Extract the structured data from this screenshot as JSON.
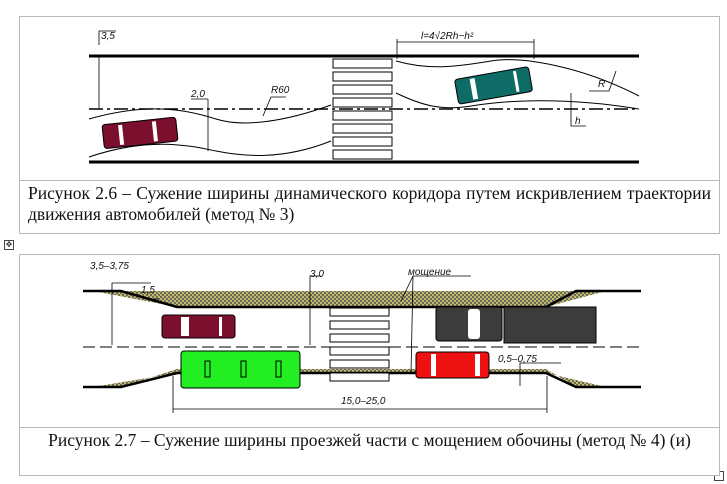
{
  "figure1": {
    "labels": {
      "width_lane": "3,5",
      "offset": "2,0",
      "radius": "R60",
      "formula": "l=4√2Rh−h²",
      "R": "R",
      "h": "h"
    },
    "caption": "Рисунок 2.6 – Сужение ширины динамического коридора путем искривлением траектории движения автомобилей (метод № 3)",
    "colors": {
      "car_left": "#7a0f2e",
      "car_right": "#0f6b66"
    }
  },
  "figure2": {
    "labels": {
      "lane": "3,5–3,75",
      "taper": "1,5",
      "lane_narrow": "3,0",
      "paving": "мощение",
      "edge": "0,5–0,75",
      "length": "15,0–25,0"
    },
    "caption": "Рисунок 2.7 – Сужение ширины проезжей части с мощением обочины (метод № 4) (и)",
    "colors": {
      "car_maroon": "#7a0f2e",
      "bus": "#22ee22",
      "car_red": "#ee1111",
      "car_dark": "#3c3c3c",
      "paving": "#8a8a20"
    }
  },
  "table_move_handle": "✥"
}
